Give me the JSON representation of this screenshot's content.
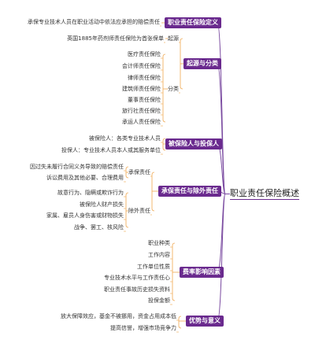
{
  "central": "职业责任保险概述",
  "colors": {
    "topic_bg": "#6a2a8e",
    "topic_text": "#ffffff",
    "central_line": "#7a4aa0",
    "branch_line": "#f0a850",
    "text": "#333333"
  },
  "branches": [
    {
      "label": "职业责任保险定义",
      "leaves": [
        "承保专业技术人员在职业活动中依法应承担的赔偿责任"
      ]
    },
    {
      "label": "起源与分类",
      "subs": [
        {
          "label": "起源",
          "leaves": [
            "英国1885年药剂师责任保险为首张保单"
          ]
        },
        {
          "label": "分类",
          "leaves": [
            "医疗责任保险",
            "会计师责任保险",
            "律师责任保险",
            "建筑师责任保险",
            "董事责任保险",
            "旅行社责任保险",
            "承运人责任保险"
          ]
        }
      ]
    },
    {
      "label": "被保险人与投保人",
      "leaves": [
        "被保险人：各类专业技术人员",
        "投保人：专业技术人员本人或其服务单位"
      ]
    },
    {
      "label": "承保责任与除外责任",
      "subs": [
        {
          "label": "承保责任",
          "leaves": [
            "因过失未履行合同义务导致的赔偿责任",
            "诉讼费用及其他必要、合理费用"
          ]
        },
        {
          "label": "除外责任",
          "leaves": [
            "故意行为、隐瞒或欺诈行为",
            "被保险人财产损失",
            "家属、雇员人身伤害或财物损失",
            "战争、罢工、核风险"
          ]
        }
      ]
    },
    {
      "label": "费率影响因素",
      "leaves": [
        "职业种类",
        "工作内容",
        "工作单位性质",
        "专业技术水平与工作责任心",
        "职业责任事故历史损失资料",
        "投保金额"
      ]
    },
    {
      "label": "优势与意义",
      "leaves": [
        "放大保障效应，基金不被挪用，资金占用成本低",
        "提高信誉，增强市场竞争力"
      ]
    }
  ]
}
